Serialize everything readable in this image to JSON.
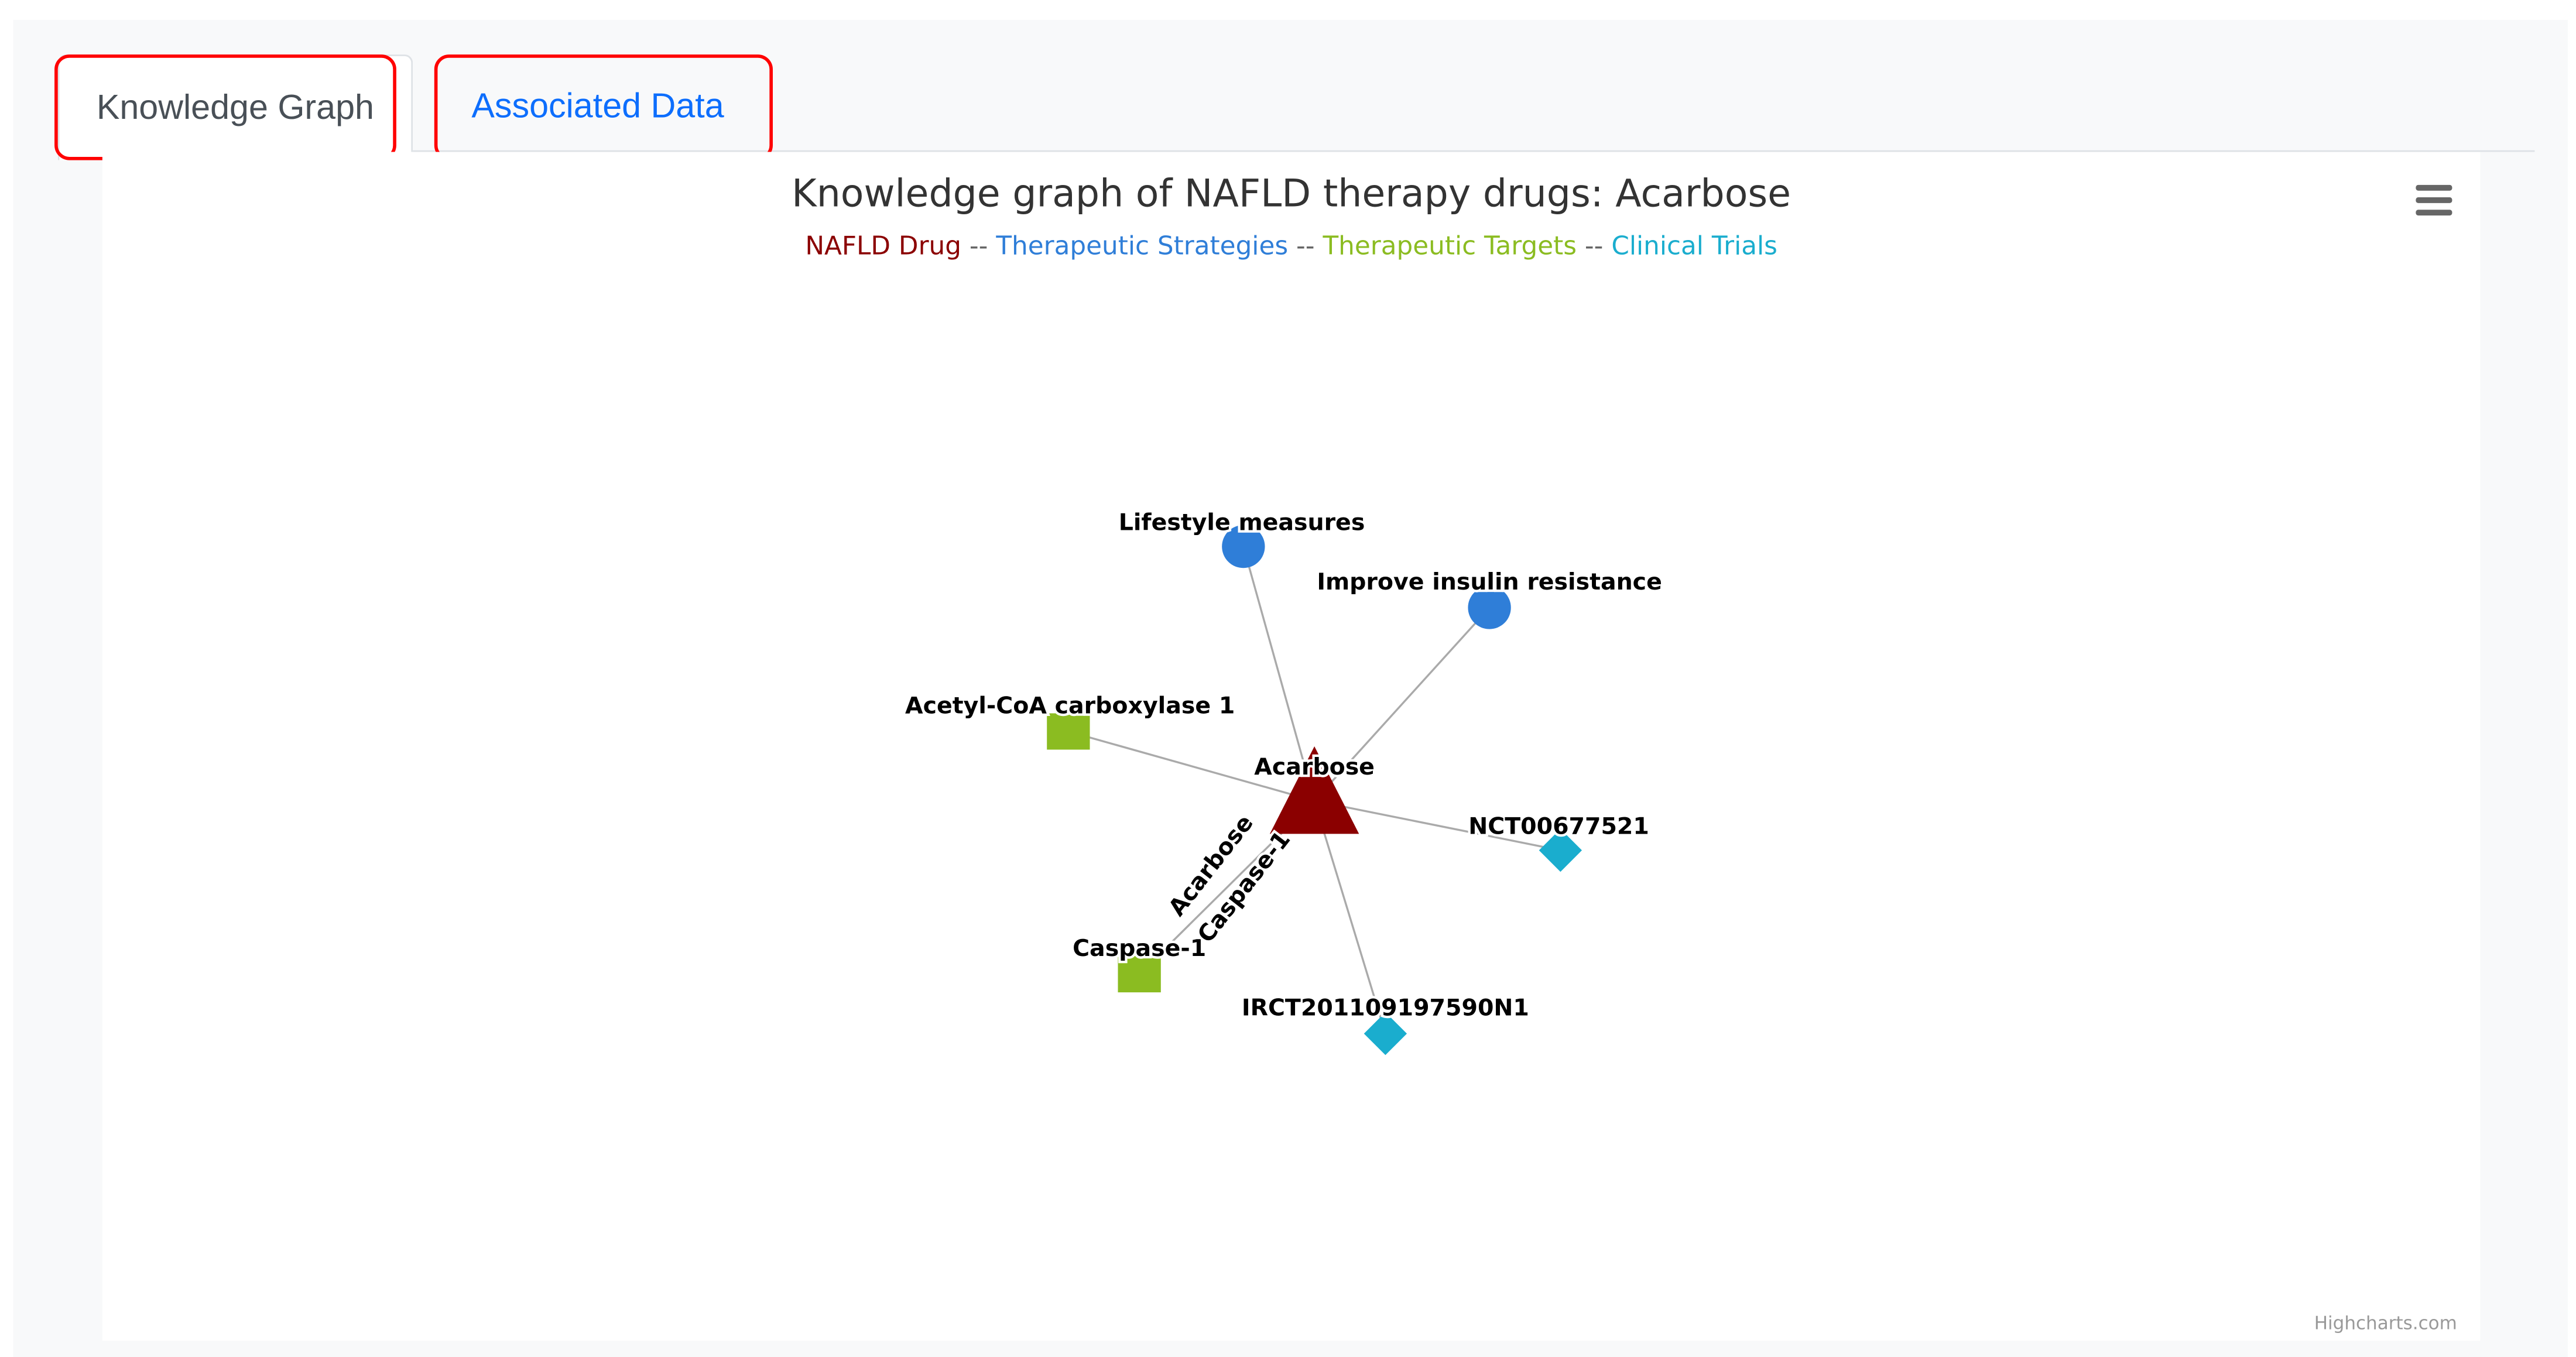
{
  "tabs": [
    {
      "label": "Knowledge Graph",
      "active": true
    },
    {
      "label": "Associated Data",
      "active": false
    }
  ],
  "chart_data": {
    "type": "network",
    "title": "Knowledge graph of NAFLD therapy drugs: Acarbose",
    "legend": [
      {
        "label": "NAFLD Drug",
        "color": "#8b0000"
      },
      {
        "label": "Therapeutic Strategies",
        "color": "#2f7ed8"
      },
      {
        "label": "Therapeutic Targets",
        "color": "#8bbc21"
      },
      {
        "label": "Clinical Trials",
        "color": "#1aadce"
      }
    ],
    "separator": "--",
    "nodes": [
      {
        "name": "Acarbose",
        "category": "NAFLD Drug",
        "shape": "triangle"
      },
      {
        "name": "Lifestyle measures",
        "category": "Therapeutic Strategies",
        "shape": "circle"
      },
      {
        "name": "Improve insulin resistance",
        "category": "Therapeutic Strategies",
        "shape": "circle"
      },
      {
        "name": "Acetyl-CoA carboxylase 1",
        "category": "Therapeutic Targets",
        "shape": "square"
      },
      {
        "name": "Caspase-1",
        "category": "Therapeutic Targets",
        "shape": "square"
      },
      {
        "name": "NCT00677521",
        "category": "Clinical Trials",
        "shape": "diamond"
      },
      {
        "name": "IRCT201109197590N1",
        "category": "Clinical Trials",
        "shape": "diamond"
      }
    ],
    "links": [
      {
        "from": "Acarbose",
        "to": "Lifestyle measures"
      },
      {
        "from": "Acarbose",
        "to": "Improve insulin resistance"
      },
      {
        "from": "Acarbose",
        "to": "Acetyl-CoA carboxylase 1"
      },
      {
        "from": "Acarbose",
        "to": "Caspase-1"
      },
      {
        "from": "Acarbose",
        "to": "NCT00677521"
      },
      {
        "from": "Acarbose",
        "to": "IRCT201109197590N1"
      }
    ],
    "hovered_link_labels": [
      "Acarbose",
      "Caspase-1"
    ],
    "credit": "Highcharts.com"
  }
}
